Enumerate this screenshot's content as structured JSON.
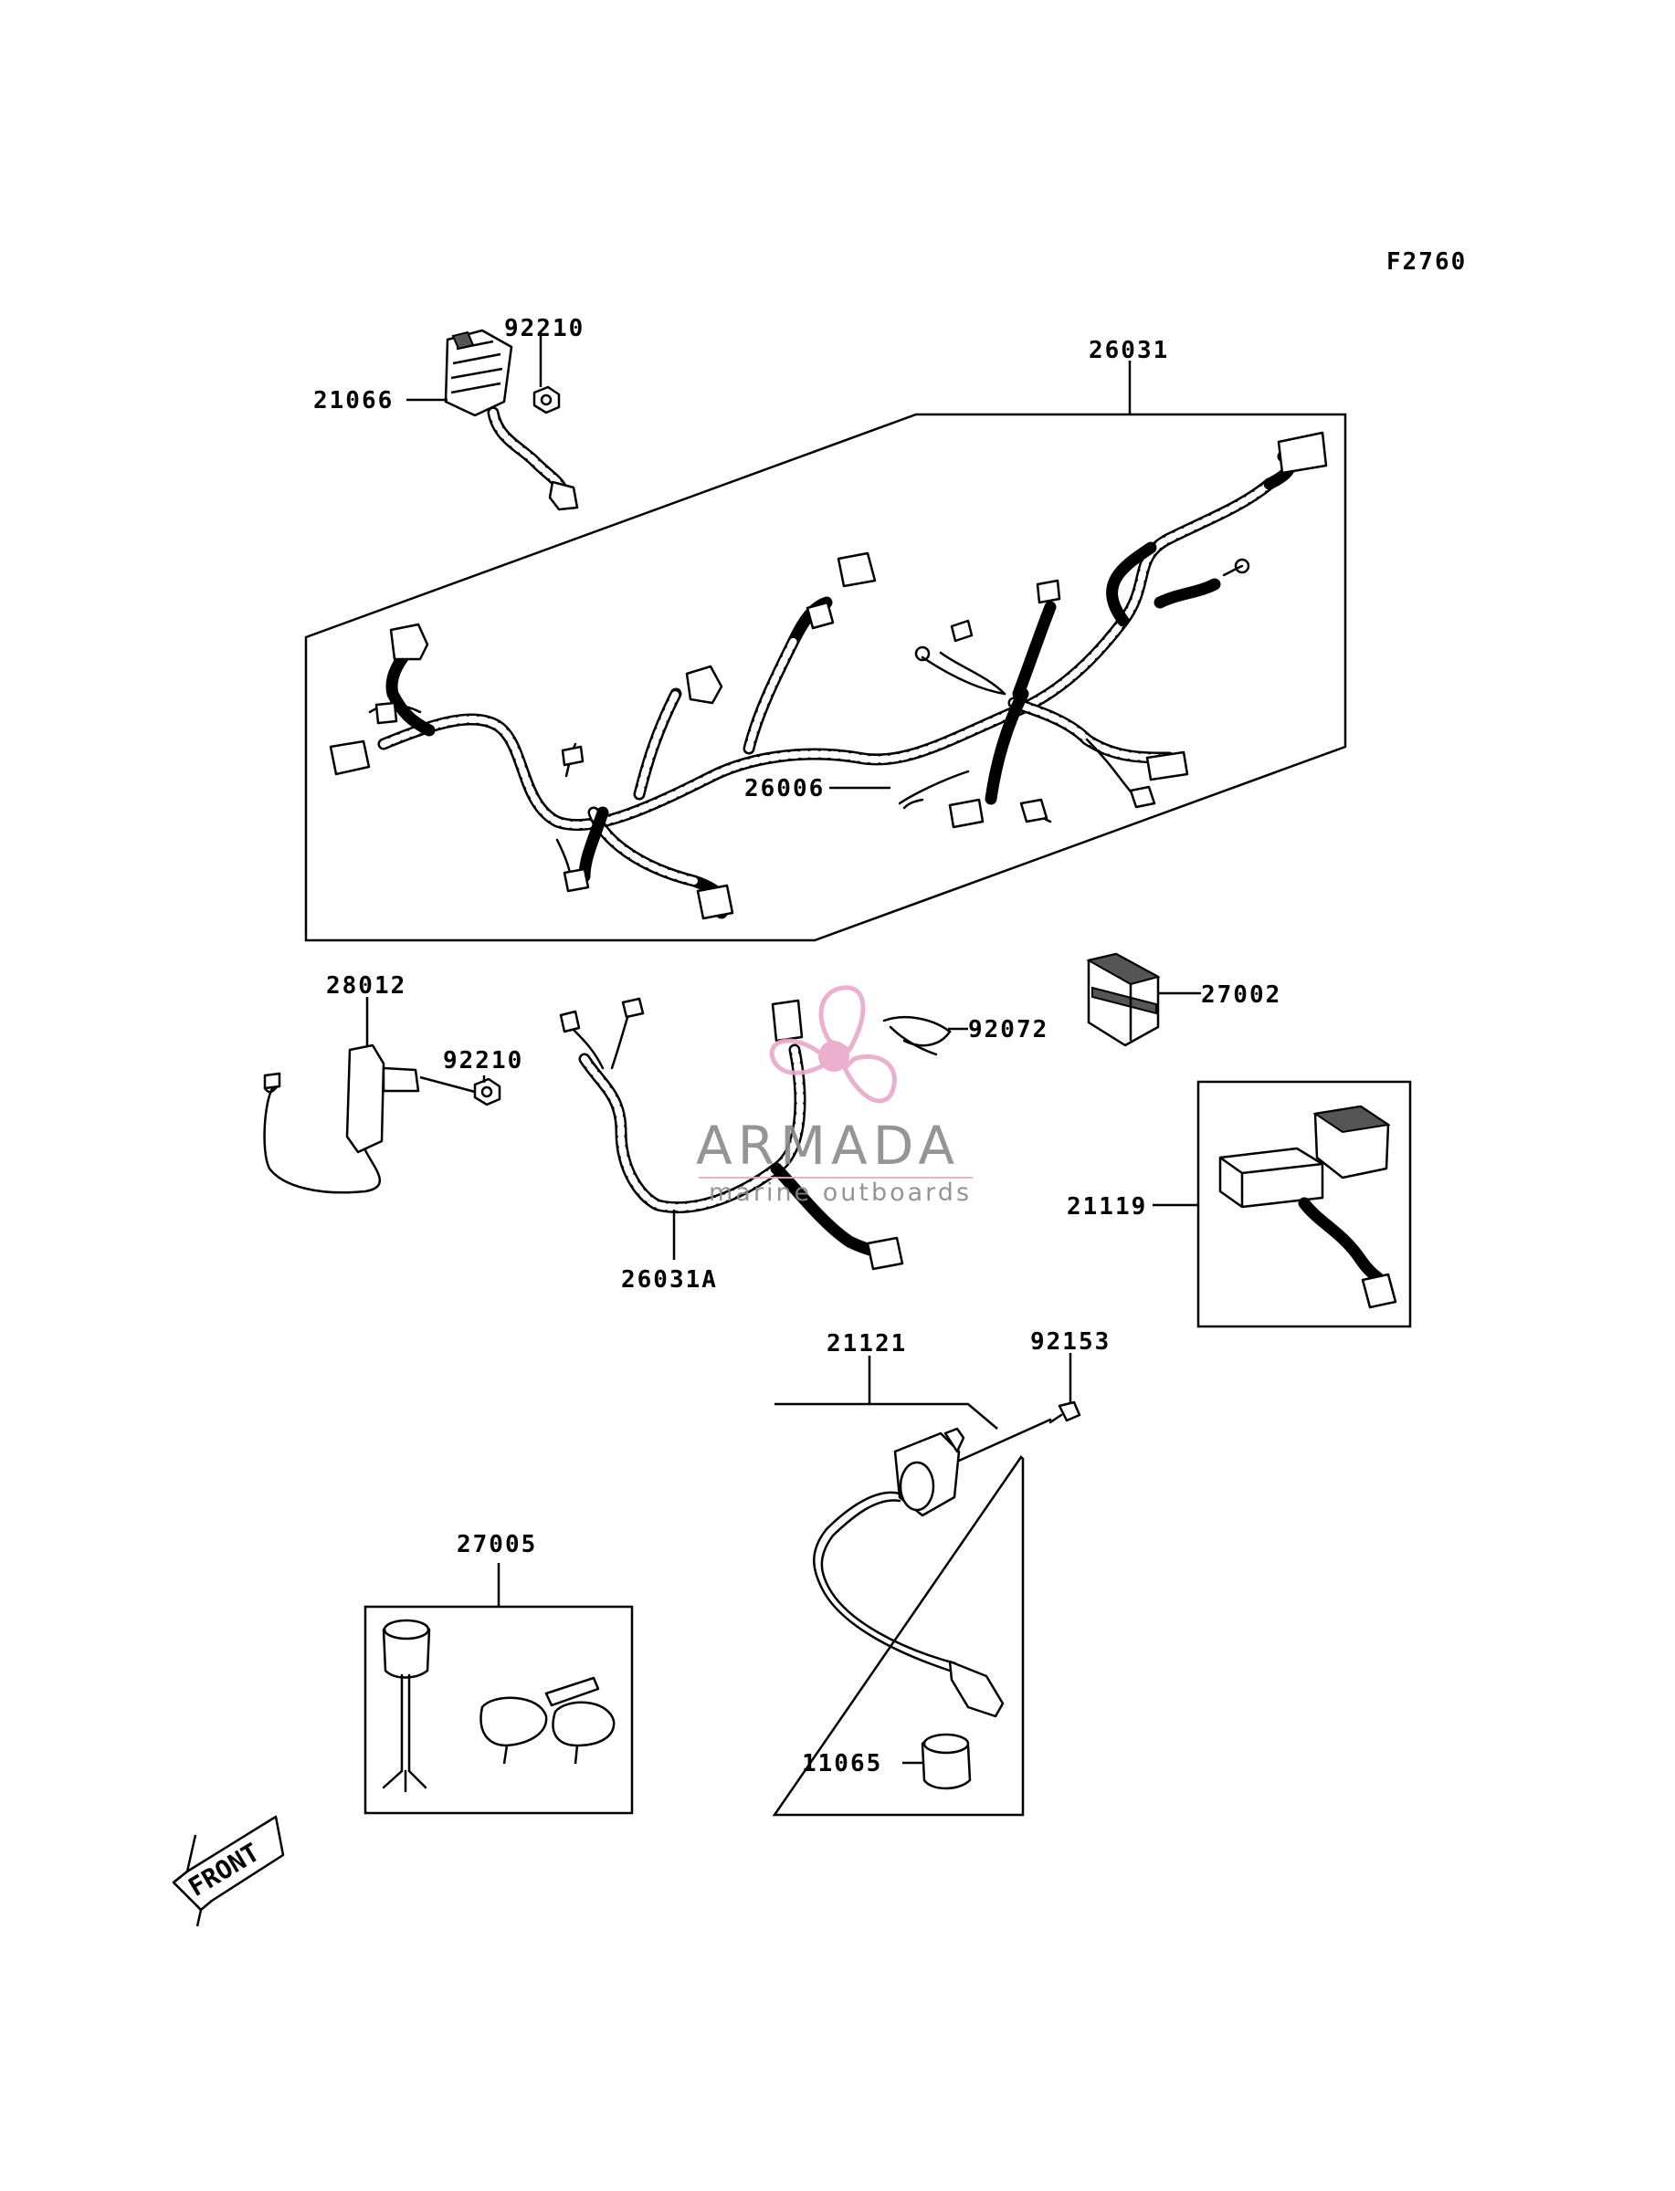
{
  "diagram_code": "F2760",
  "callouts": {
    "p92210_top": "92210",
    "p21066": "21066",
    "p26031": "26031",
    "p26006": "26006",
    "p28012": "28012",
    "p92210_mid": "92210",
    "p92072": "92072",
    "p27002": "27002",
    "p26031A": "26031A",
    "p21119": "21119",
    "p21121": "21121",
    "p92153": "92153",
    "p27005": "27005",
    "p11065": "11065"
  },
  "watermark": {
    "brand": "ARMADA",
    "tagline": "marine outboards",
    "color": "#e8a8c8"
  },
  "front_arrow": {
    "text": "FRONT"
  }
}
